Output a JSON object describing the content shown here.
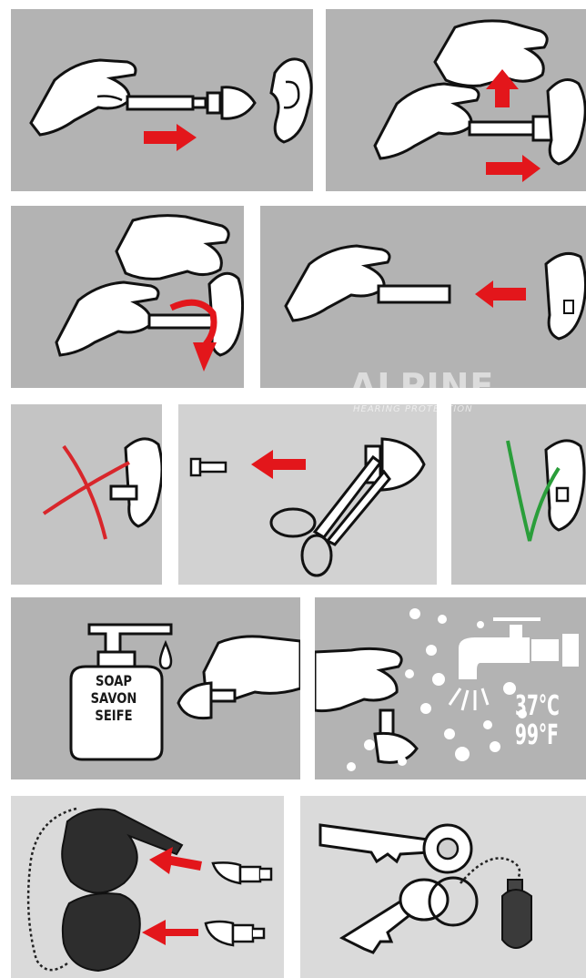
{
  "brand": {
    "name": "ALPINE",
    "tagline": "HEARING PROTECTION"
  },
  "soap_label": {
    "line1": "SOAP",
    "line2": "SAVON",
    "line3": "SEIFE"
  },
  "water_temperature": {
    "celsius": "37°C",
    "fahrenheit": "99°F"
  },
  "colors": {
    "arrow": "#e3161b",
    "wrong": "#d8262b",
    "correct": "#2a9e3a",
    "background": "#ffffff"
  }
}
